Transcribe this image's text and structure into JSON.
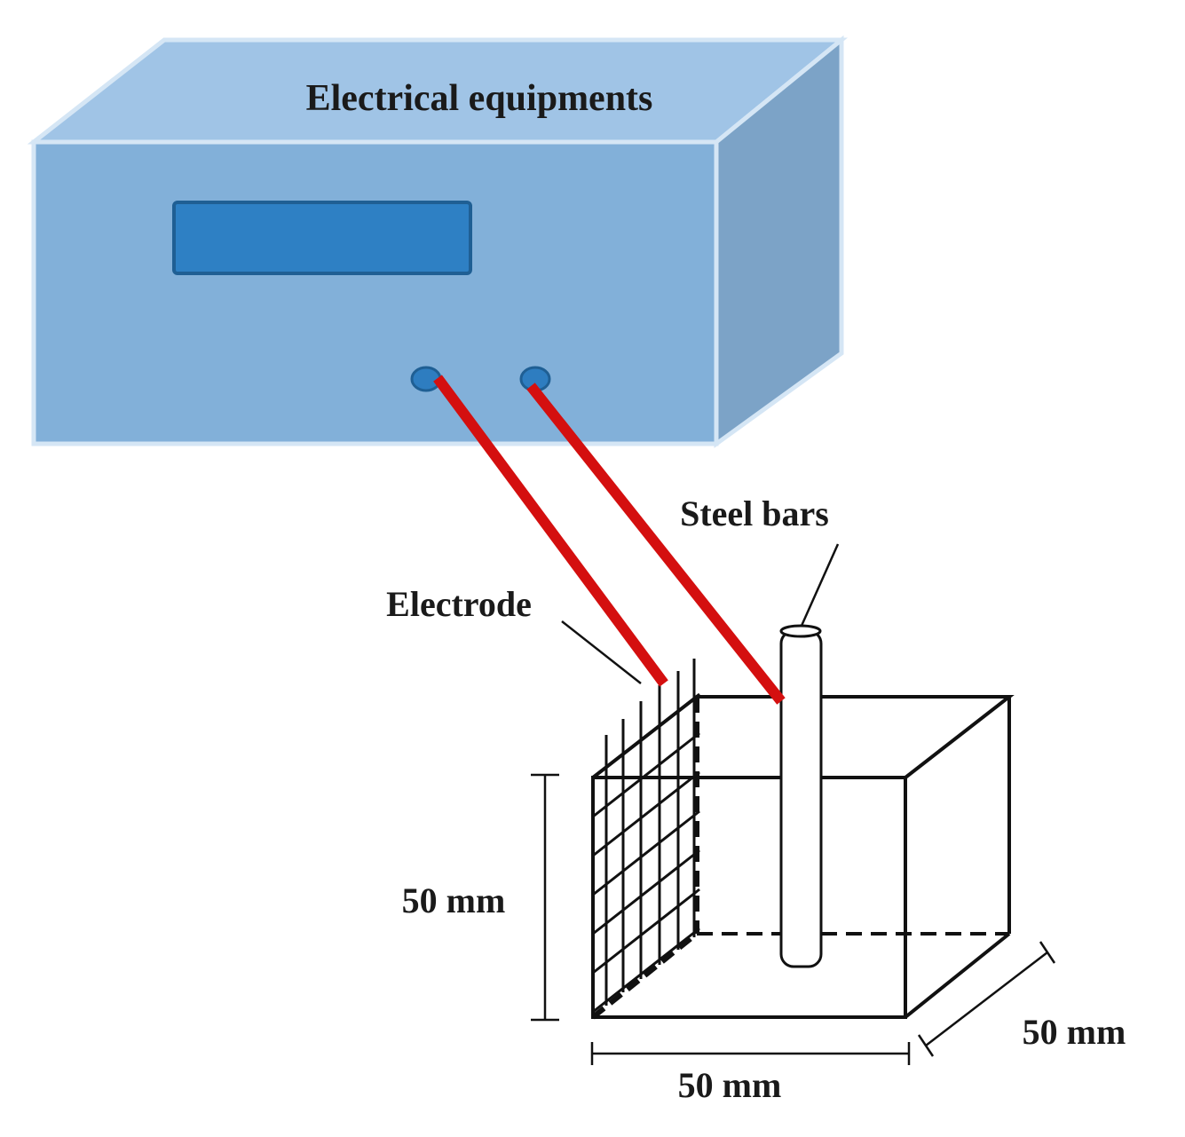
{
  "diagram": {
    "equipment_label": "Electrical equipments",
    "steel_label": "Steel bars",
    "electrode_label": "Electrode",
    "dim_height": "50 mm",
    "dim_depth": "50 mm",
    "dim_width": "50 mm"
  },
  "colors": {
    "box_front": "#82b0d9",
    "box_top": "#a0c4e6",
    "box_side": "#7ca3c7",
    "box_edge": "#cfe2f3",
    "display": "#2e80c4",
    "display_border": "#1f5f94",
    "terminal": "#2e7dc0",
    "wire": "#d40f0f",
    "line": "#111111"
  },
  "icons": {
    "terminal_left": "terminal-icon",
    "terminal_right": "terminal-icon"
  }
}
